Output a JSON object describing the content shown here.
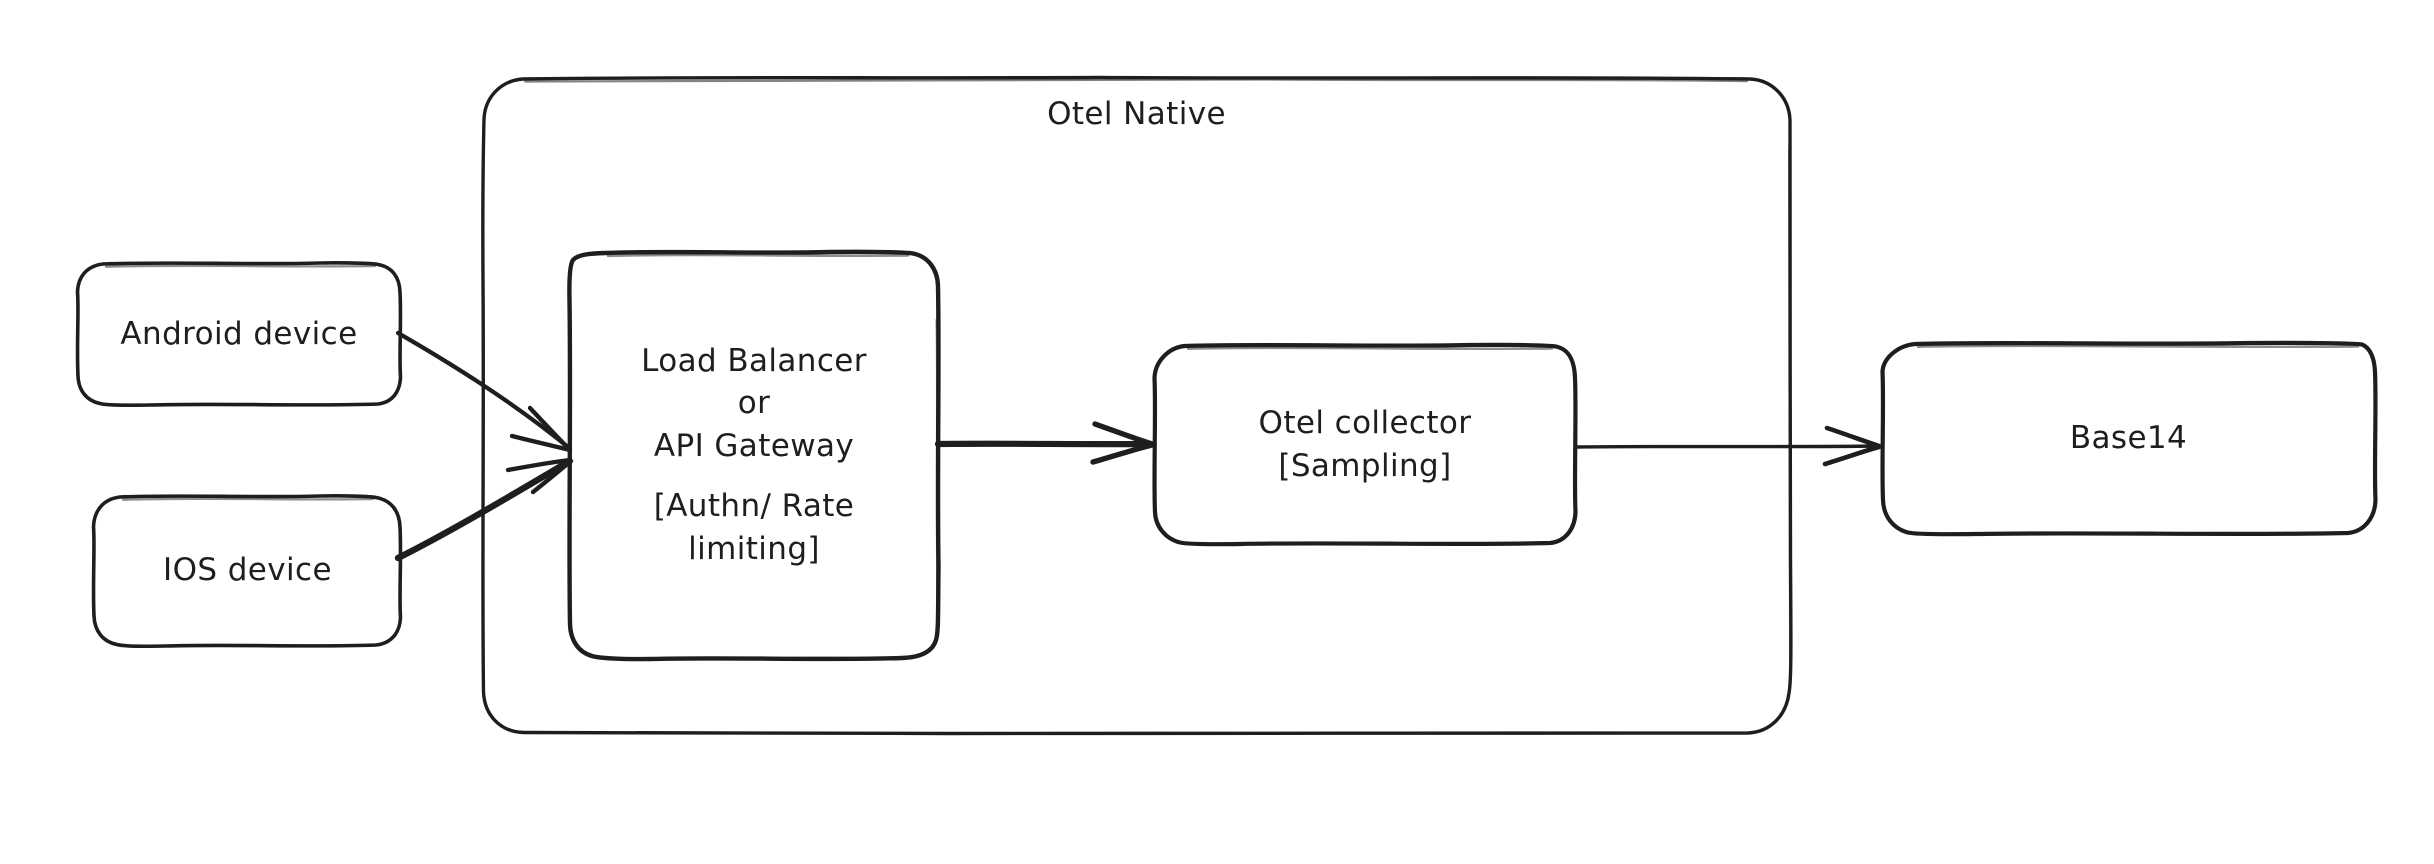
{
  "diagram": {
    "title": "Otel Native",
    "background_color": "#ffffff",
    "stroke_color": "#1e1e1e",
    "style": "hand-drawn",
    "container": {
      "label": "Otel Native"
    },
    "nodes": [
      {
        "id": "android-device",
        "label": "Android device"
      },
      {
        "id": "ios-device",
        "label": "IOS device"
      },
      {
        "id": "load-balancer",
        "line1": "Load Balancer",
        "line2": "or",
        "line3": "API Gateway",
        "line4": "[Authn/ Rate",
        "line5": "limiting]"
      },
      {
        "id": "otel-collector",
        "line1": "Otel collector",
        "line2": "[Sampling]"
      },
      {
        "id": "base14",
        "label": "Base14"
      }
    ],
    "edges": [
      {
        "id": "android-to-lb",
        "from": "android-device",
        "to": "load-balancer",
        "arrowhead": "triangle-open",
        "weight": "thin"
      },
      {
        "id": "ios-to-lb",
        "from": "ios-device",
        "to": "load-balancer",
        "arrowhead": "triangle-open",
        "weight": "thick"
      },
      {
        "id": "lb-to-collector",
        "from": "load-balancer",
        "to": "otel-collector",
        "arrowhead": "triangle-open",
        "weight": "thick"
      },
      {
        "id": "collector-to-base14",
        "from": "otel-collector",
        "to": "base14",
        "arrowhead": "triangle-open",
        "weight": "thin"
      }
    ]
  }
}
